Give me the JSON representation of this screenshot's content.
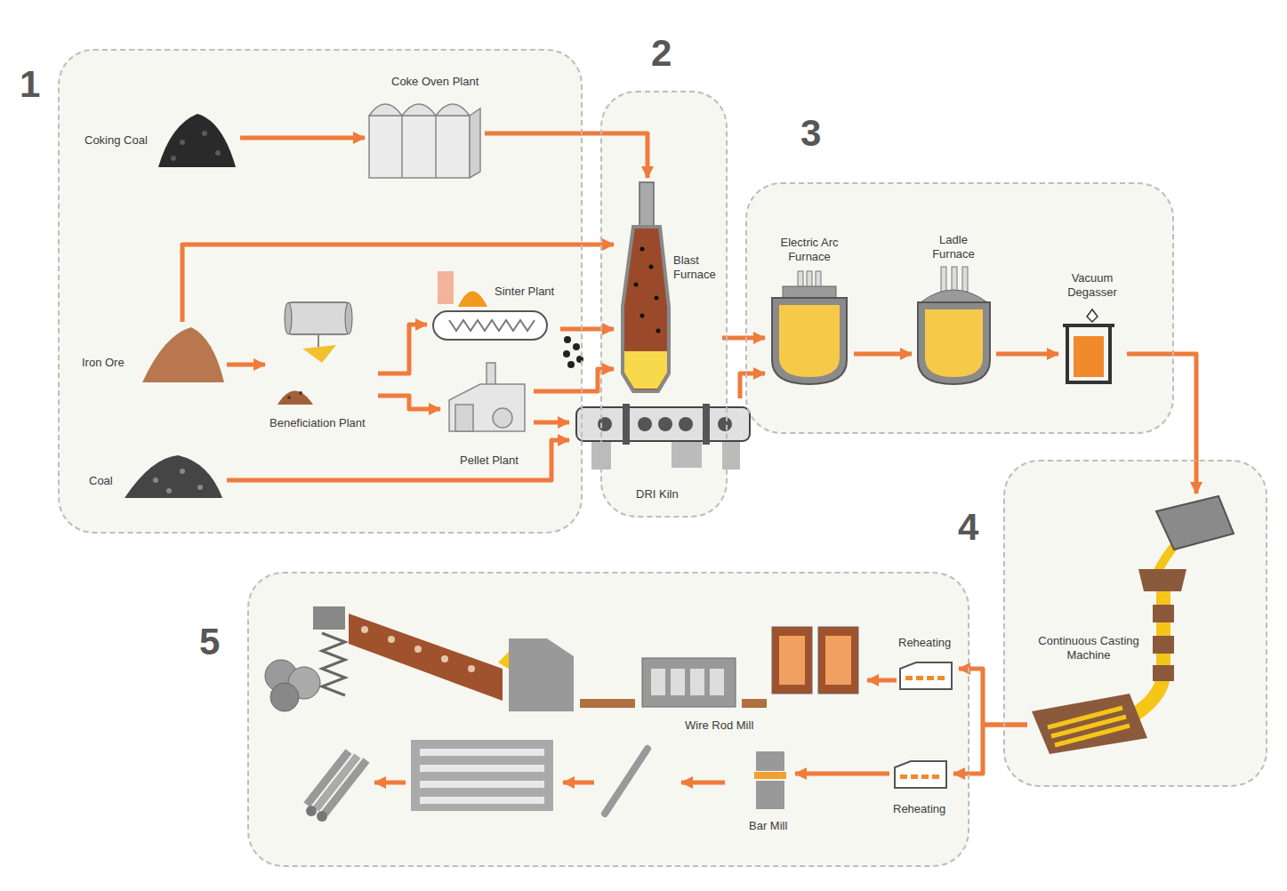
{
  "diagram": {
    "nodes": [
      {
        "text": [
          "1"
        ]
      },
      {
        "text": [
          "Coking Coal"
        ],
        "in": 0
      },
      {
        "text": [
          "Coke Oven Plant"
        ],
        "in": 0
      },
      {
        "text": [
          "Iron Ore"
        ],
        "in": 0
      },
      {
        "text": [
          "Beneficiation Plant"
        ],
        "in": 0
      },
      {
        "text": [
          "Sinter Plant"
        ],
        "in": 0
      },
      {
        "text": [
          "Pellet Plant"
        ],
        "in": 0
      },
      {
        "text": [
          "Coal"
        ],
        "in": 0
      },
      {
        "text": [
          "2"
        ]
      },
      {
        "text": [
          "Blast Furnace"
        ],
        "in": 8
      },
      {
        "text": [
          "DRI Kiln"
        ],
        "in": 8
      },
      {
        "text": [
          "3"
        ]
      },
      {
        "text": [
          "Electric Arc Furnace"
        ],
        "in": 11
      },
      {
        "text": [
          "Ladle Furnace"
        ],
        "in": 11
      },
      {
        "text": [
          "Vacuum Degasser"
        ],
        "in": 11
      },
      {
        "text": [
          "4"
        ]
      },
      {
        "text": [
          "Continuous Casting Machine"
        ],
        "in": 15
      },
      {
        "text": [
          "5"
        ]
      },
      {
        "text": [
          "Reheating"
        ],
        "in": 17
      },
      {
        "text": [
          "Reheating"
        ],
        "in": 17
      },
      {
        "text": [
          "Wire Rod Mill"
        ],
        "in": 17
      },
      {
        "text": [
          "Bar Mill"
        ],
        "in": 17
      }
    ],
    "edges": [
      {
        "from": 1,
        "to": 2,
        "arrow": "to"
      },
      {
        "from": 2,
        "to": 9,
        "arrow": "to"
      },
      {
        "from": 3,
        "to": 9,
        "arrow": "to"
      },
      {
        "from": 3,
        "to": 4,
        "arrow": "to"
      },
      {
        "from": 4,
        "to": 5,
        "arrow": "to"
      },
      {
        "from": 4,
        "to": 6,
        "arrow": "to"
      },
      {
        "from": 5,
        "to": 9,
        "arrow": "to"
      },
      {
        "from": 6,
        "to": 9,
        "arrow": "to"
      },
      {
        "from": 6,
        "to": 10,
        "arrow": "to"
      },
      {
        "from": 7,
        "to": 10,
        "arrow": "to"
      },
      {
        "from": 9,
        "to": 12,
        "arrow": "to"
      },
      {
        "from": 10,
        "to": 12,
        "arrow": "to"
      },
      {
        "from": 12,
        "to": 13,
        "arrow": "to"
      },
      {
        "from": 13,
        "to": 14,
        "arrow": "to"
      },
      {
        "from": 14,
        "to": 16,
        "arrow": "to"
      },
      {
        "from": 16,
        "to": 18,
        "arrow": "to"
      },
      {
        "from": 16,
        "to": 19,
        "arrow": "to"
      },
      {
        "from": 18,
        "to": 20,
        "arrow": "to"
      },
      {
        "from": 19,
        "to": 21,
        "arrow": "to"
      }
    ]
  }
}
